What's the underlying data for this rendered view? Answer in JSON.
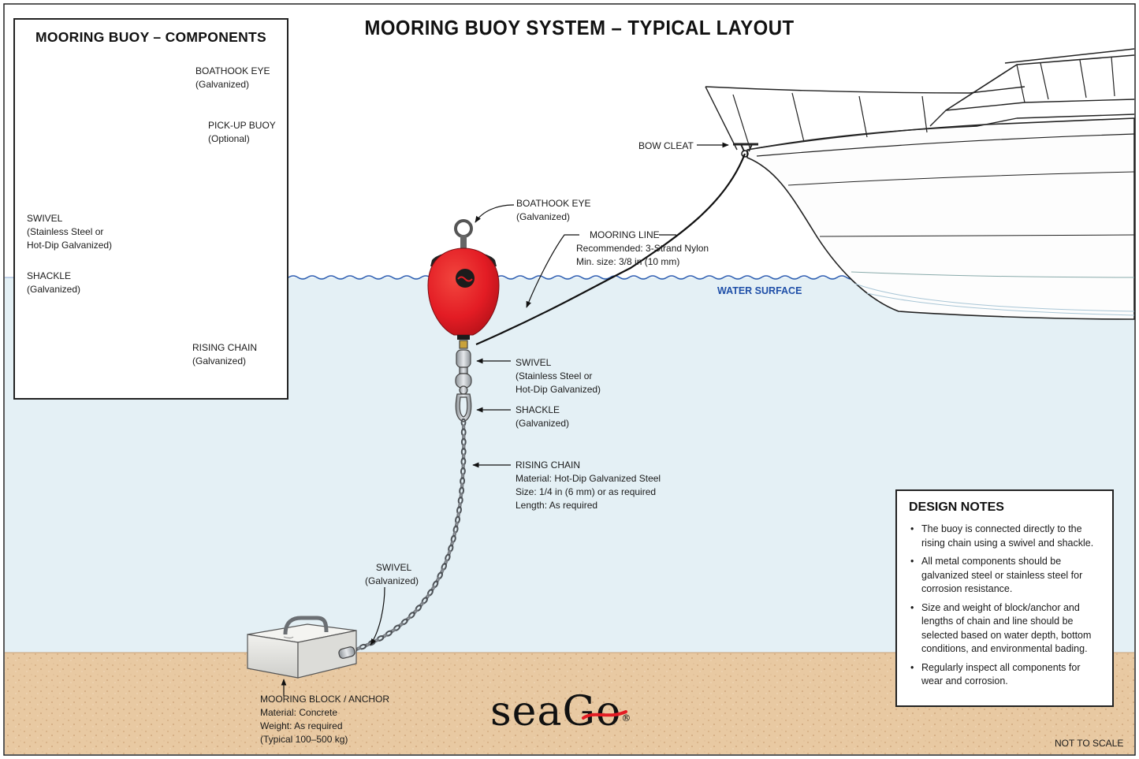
{
  "title": "MOORING BUOY SYSTEM – TYPICAL LAYOUT",
  "inset": {
    "title": "MOORING BUOY – COMPONENTS",
    "labels": {
      "boathook_eye": {
        "title": "BOATHOOK EYE",
        "sub": [
          "(Galvanized)"
        ]
      },
      "pickup_buoy": {
        "title": "PICK-UP BUOY",
        "sub": [
          "(Optional)"
        ]
      },
      "swivel": {
        "title": "SWIVEL",
        "sub": [
          "(Stainless Steel or",
          "Hot-Dip Galvanized)"
        ]
      },
      "shackle": {
        "title": "SHACKLE",
        "sub": [
          "(Galvanized)"
        ]
      },
      "rising_chain": {
        "title": "RISING CHAIN",
        "sub": [
          "(Galvanized)"
        ]
      }
    }
  },
  "main": {
    "bow_cleat": "BOW CLEAT",
    "boathook_eye": {
      "title": "BOATHOOK EYE",
      "sub": [
        "(Galvanized)"
      ]
    },
    "mooring_line": {
      "title": "MOORING LINE",
      "sub": [
        "Recommended: 3-Strand Nylon",
        "Min. size: 3/8 in (10 mm)"
      ]
    },
    "water_surface": "WATER SURFACE",
    "swivel": {
      "title": "SWIVEL",
      "sub": [
        "(Stainless Steel or",
        "Hot-Dip Galvanized)"
      ]
    },
    "shackle": {
      "title": "SHACKLE",
      "sub": [
        "(Galvanized)"
      ]
    },
    "rising_chain": {
      "title": "RISING CHAIN",
      "sub": [
        "Material: Hot-Dip Galvanized Steel",
        "Size: 1/4 in (6 mm) or as required",
        "Length: As required"
      ]
    },
    "bottom_swivel": {
      "title": "SWIVEL",
      "sub": [
        "(Galvanized)"
      ]
    },
    "mooring_block": {
      "title": "MOORING BLOCK / ANCHOR",
      "sub": [
        "Material: Concrete",
        "Weight: As required",
        "(Typical 100–500 kg)"
      ]
    }
  },
  "design_notes": {
    "title": "DESIGN NOTES",
    "items": [
      "The buoy is connected directly to the rising chain using a swivel and shackle.",
      "All metal components should be galvanized steel or stainless steel for corrosion resistance.",
      "Size and weight of block/anchor and lengths of chain and line should be selected based on water depth, bottom conditions, and environmental bading.",
      "Regularly inspect all components for wear and corrosion."
    ]
  },
  "brand": "seaGo",
  "brand_mark": "®",
  "scale_note": "NOT TO SCALE",
  "colors": {
    "buoy_red": "#e31c24",
    "pickup_orange": "#f28a12",
    "water_fill": "#e4f0f5",
    "water_line": "#2b5bb0",
    "seabed": "#e8c9a2",
    "water_label": "#1f4fa8"
  }
}
